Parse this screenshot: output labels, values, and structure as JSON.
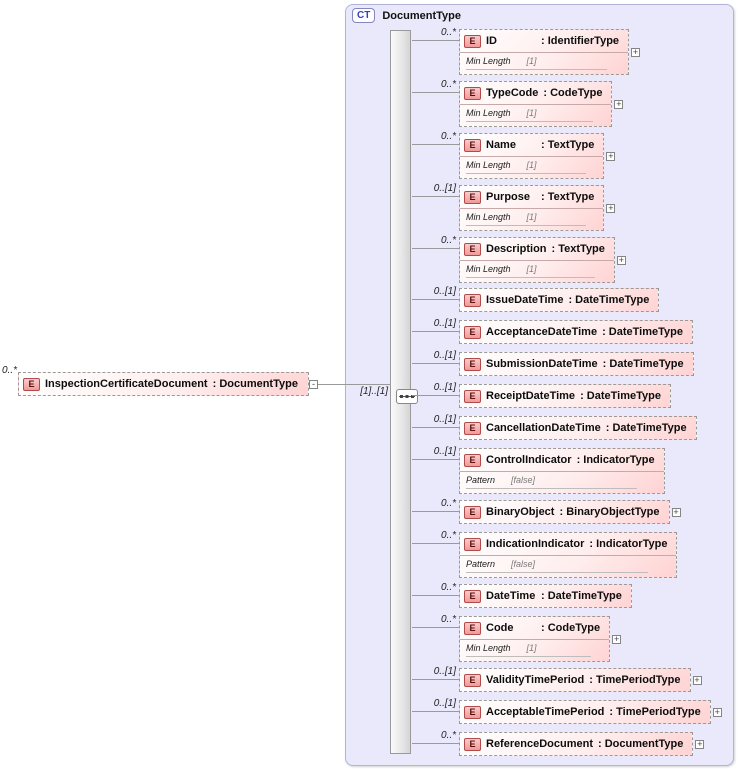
{
  "complex_type": {
    "badge": "CT",
    "name": "DocumentType"
  },
  "root_element": {
    "cardinality": "0..*",
    "name": "InspectionCertificateDocument",
    "type": ": DocumentType"
  },
  "connection": {
    "occurrence_label": "[1]..[1]"
  },
  "icons": {
    "element_badge": "E",
    "expand": "+",
    "collapse": "-"
  },
  "children": [
    {
      "cardinality": "0..*",
      "name": "ID",
      "type": ": IdentifierType",
      "facet_name": "Min Length",
      "facet_value": "[1]",
      "expandable": true
    },
    {
      "cardinality": "0..*",
      "name": "TypeCode",
      "type": ": CodeType",
      "facet_name": "Min Length",
      "facet_value": "[1]",
      "expandable": true
    },
    {
      "cardinality": "0..*",
      "name": "Name",
      "type": ": TextType",
      "facet_name": "Min Length",
      "facet_value": "[1]",
      "expandable": true
    },
    {
      "cardinality": "0..[1]",
      "name": "Purpose",
      "type": ": TextType",
      "facet_name": "Min Length",
      "facet_value": "[1]",
      "expandable": true
    },
    {
      "cardinality": "0..*",
      "name": "Description",
      "type": ": TextType",
      "facet_name": "Min Length",
      "facet_value": "[1]",
      "expandable": true
    },
    {
      "cardinality": "0..[1]",
      "name": "IssueDateTime",
      "type": ": DateTimeType",
      "expandable": false
    },
    {
      "cardinality": "0..[1]",
      "name": "AcceptanceDateTime",
      "type": ": DateTimeType",
      "expandable": false
    },
    {
      "cardinality": "0..[1]",
      "name": "SubmissionDateTime",
      "type": ": DateTimeType",
      "expandable": false
    },
    {
      "cardinality": "0..[1]",
      "name": "ReceiptDateTime",
      "type": ": DateTimeType",
      "expandable": false
    },
    {
      "cardinality": "0..[1]",
      "name": "CancellationDateTime",
      "type": ": DateTimeType",
      "expandable": false
    },
    {
      "cardinality": "0..[1]",
      "name": "ControlIndicator",
      "type": ": IndicatorType",
      "facet_name": "Pattern",
      "facet_value": "[false]",
      "expandable": false
    },
    {
      "cardinality": "0..*",
      "name": "BinaryObject",
      "type": ": BinaryObjectType",
      "expandable": true
    },
    {
      "cardinality": "0..*",
      "name": "IndicationIndicator",
      "type": ": IndicatorType",
      "facet_name": "Pattern",
      "facet_value": "[false]",
      "expandable": false
    },
    {
      "cardinality": "0..*",
      "name": "DateTime",
      "type": ": DateTimeType",
      "expandable": false
    },
    {
      "cardinality": "0..*",
      "name": "Code",
      "type": ": CodeType",
      "facet_name": "Min Length",
      "facet_value": "[1]",
      "expandable": true
    },
    {
      "cardinality": "0..[1]",
      "name": "ValidityTimePeriod",
      "type": ": TimePeriodType",
      "expandable": true
    },
    {
      "cardinality": "0..[1]",
      "name": "AcceptableTimePeriod",
      "type": ": TimePeriodType",
      "expandable": true
    },
    {
      "cardinality": "0..*",
      "name": "ReferenceDocument",
      "type": ": DocumentType",
      "expandable": true
    }
  ]
}
